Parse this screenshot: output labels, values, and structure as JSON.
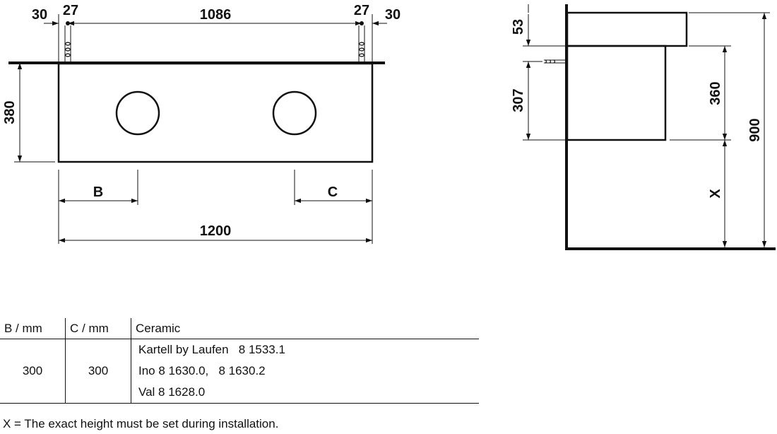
{
  "front_view": {
    "dim_left_offset": "30",
    "dim_left_bracket": "27",
    "dim_span": "1086",
    "dim_right_bracket": "27",
    "dim_right_offset": "30",
    "dim_height": "380",
    "dim_b": "B",
    "dim_c": "C",
    "dim_width": "1200"
  },
  "side_view": {
    "dim_top": "53",
    "dim_307": "307",
    "dim_360": "360",
    "dim_900": "900",
    "dim_x": "X"
  },
  "table": {
    "headers": {
      "b": "B / mm",
      "c": "C / mm",
      "ceramic": "Ceramic"
    },
    "row": {
      "b": "300",
      "c": "300",
      "models": [
        {
          "name": "Kartell by Laufen",
          "codes": "8 1533.1"
        },
        {
          "name": "Ino",
          "codes": "8 1630.0,   8 1630.2"
        },
        {
          "name": "Val",
          "codes": "8 1628.0"
        }
      ]
    }
  },
  "footnote": "X = The exact height must be set during installation."
}
